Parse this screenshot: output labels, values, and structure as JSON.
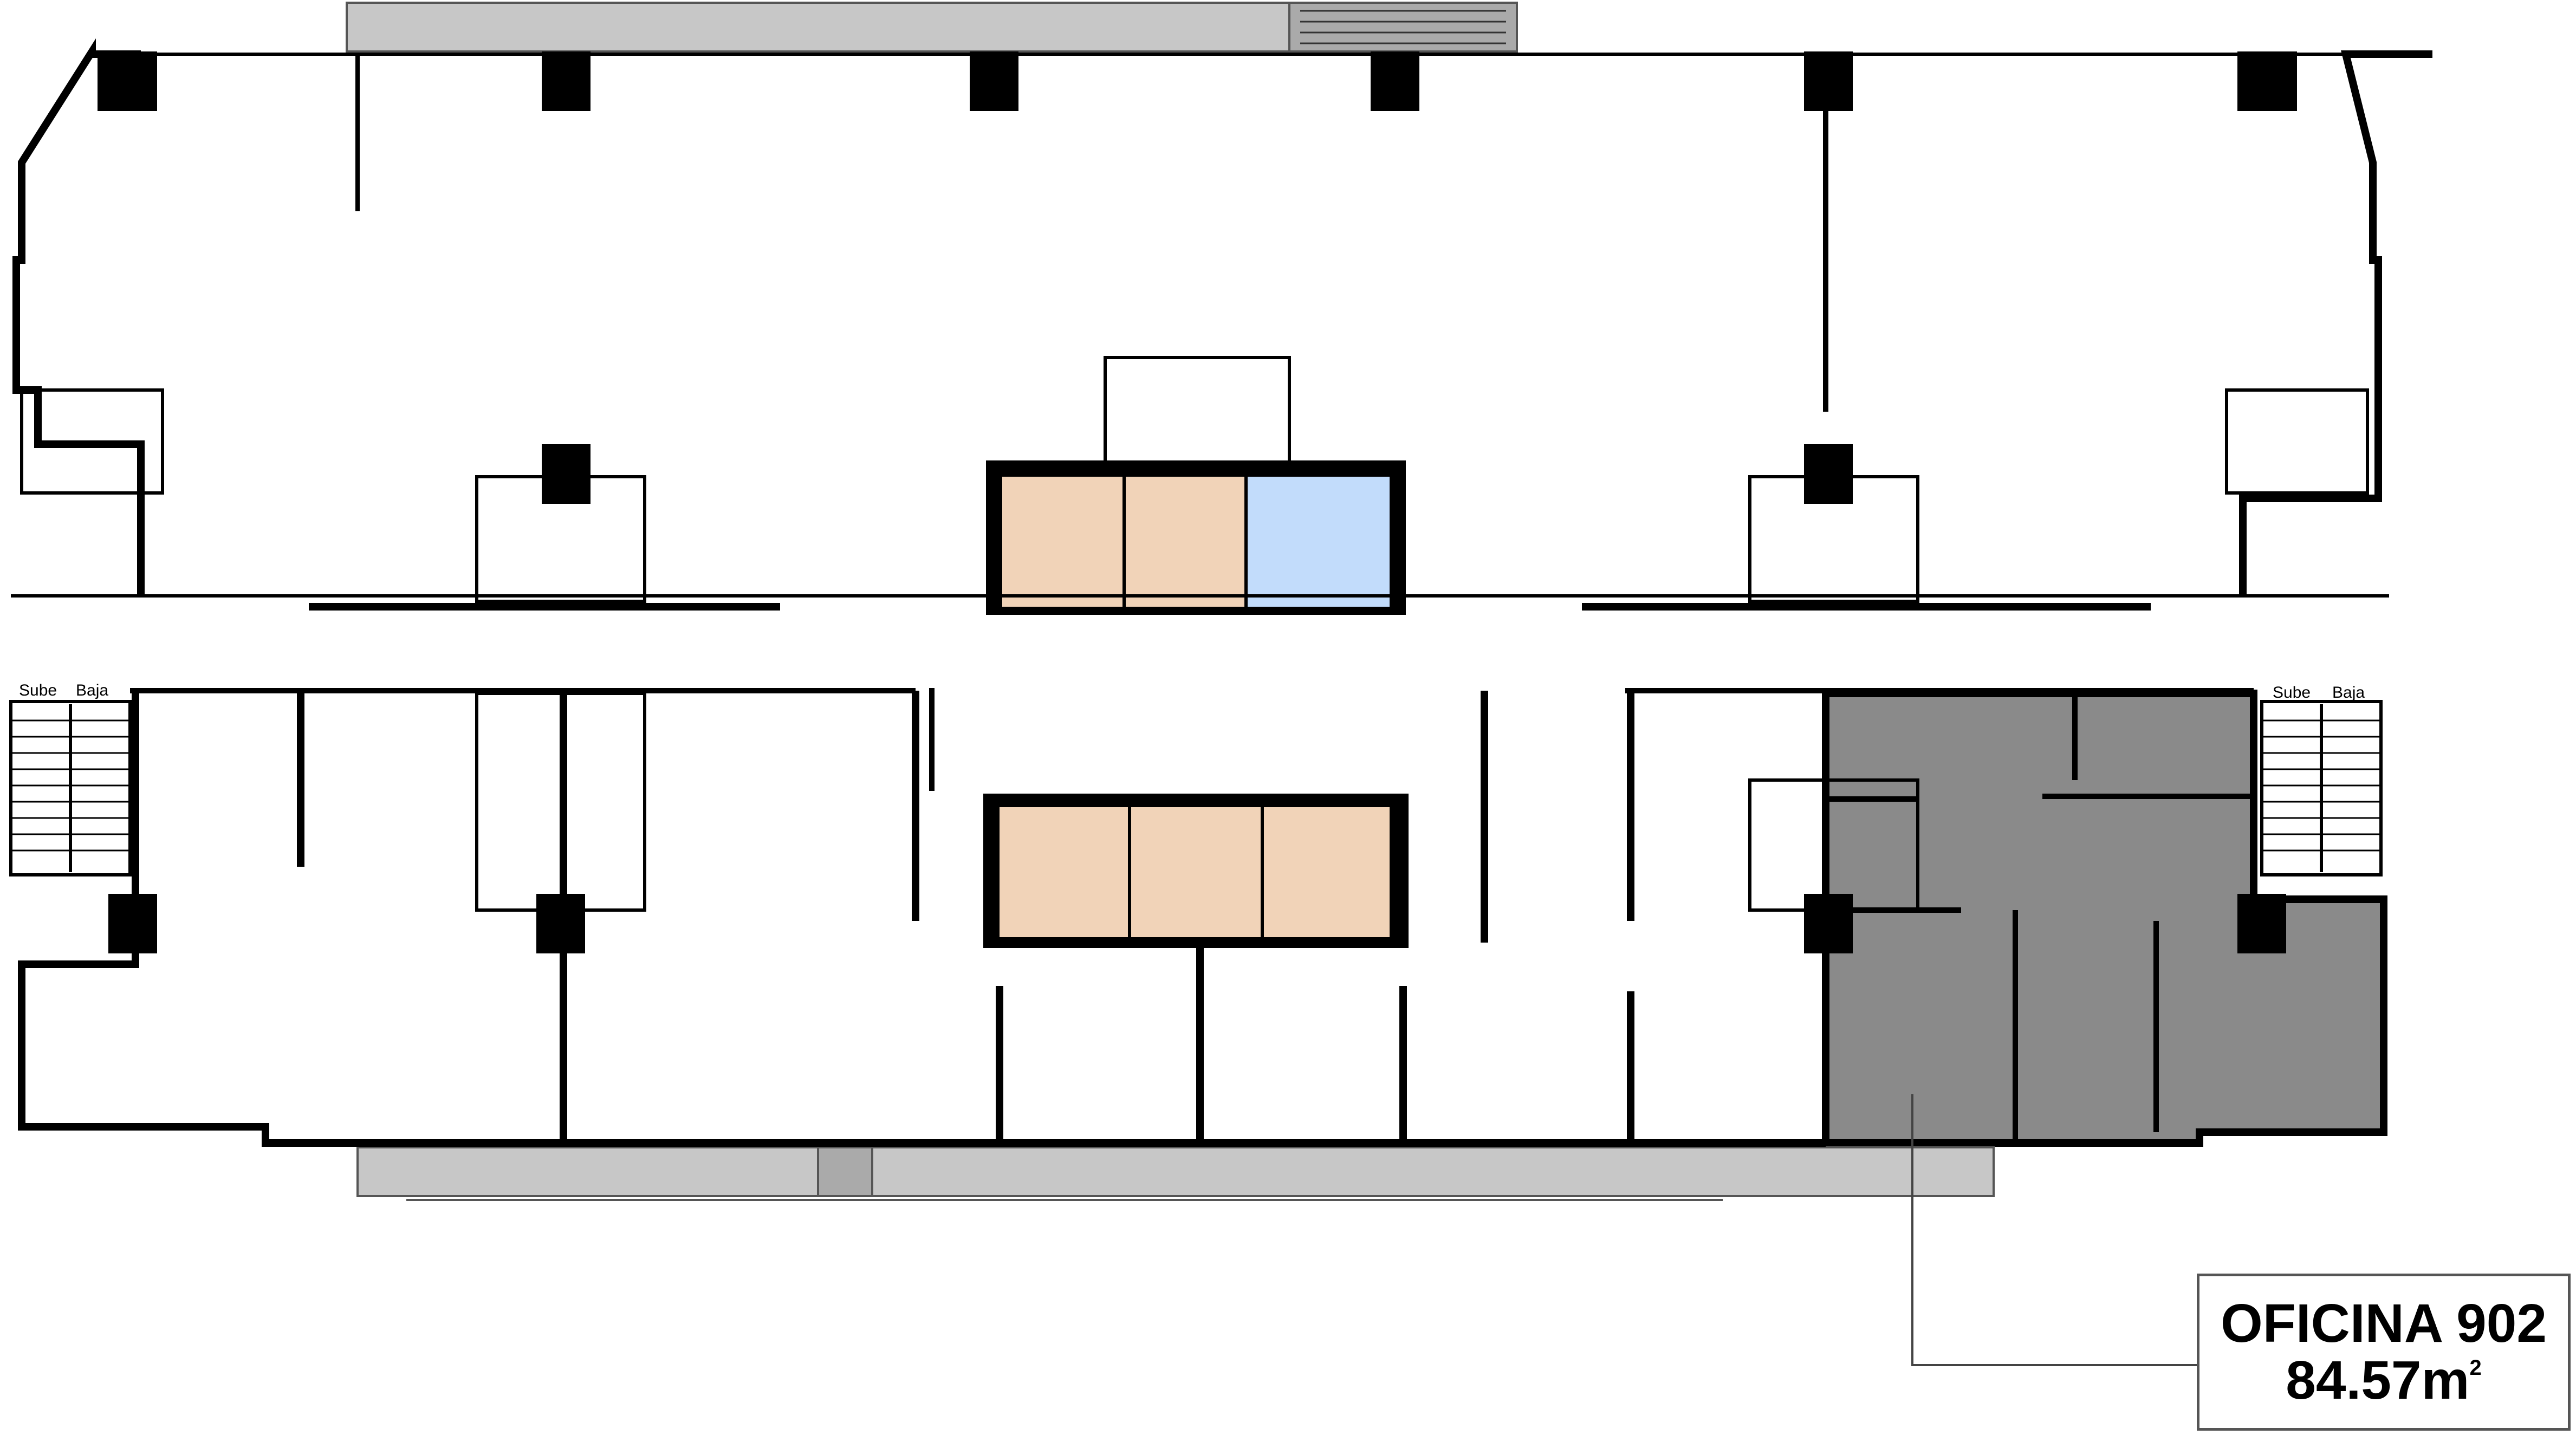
{
  "stairs": [
    {
      "up_label": "Sube",
      "down_label": "Baja"
    },
    {
      "up_label": "Sube",
      "down_label": "Baja"
    }
  ],
  "callout": {
    "title": "OFICINA 902",
    "area_value": "84.57m",
    "area_unit_sup": "2"
  },
  "colors": {
    "wall": "#000000",
    "highlight_office": "#8a8a8a",
    "elevator_core_peach": "#f1d3b8",
    "elevator_core_blue": "#c2dcfb",
    "balcony": "#c7c7c7"
  }
}
